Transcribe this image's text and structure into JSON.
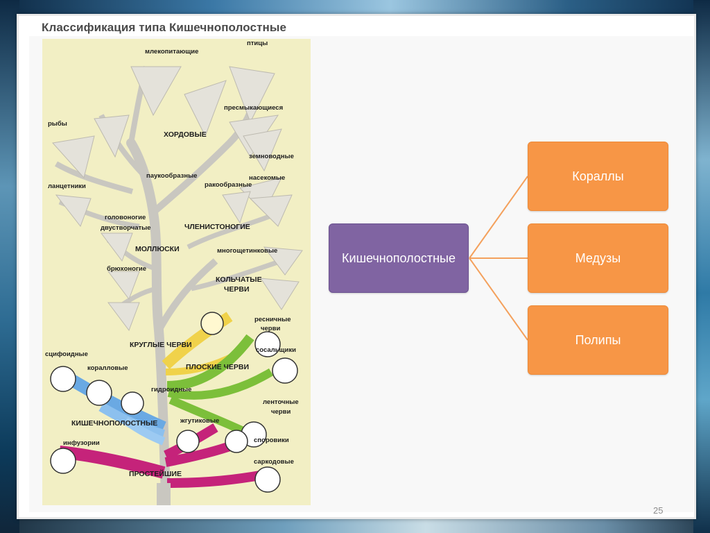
{
  "slide": {
    "title": "Классификация типа Кишечнополостные",
    "page_number": "25"
  },
  "tree_image": {
    "labels": {
      "mammals": "млекопитающие",
      "birds": "птицы",
      "fish": "рыбы",
      "reptiles": "пресмыкающиеся",
      "chordates": "ХОРДОВЫЕ",
      "amphibians": "земноводные",
      "lancelets": "ланцетники",
      "arachnids": "паукообразные",
      "insects": "насекомые",
      "crustaceans": "ракообразные",
      "cephalopods": "головоногие",
      "bivalves": "двустворчатые",
      "arthropods": "ЧЛЕНИСТОНОГИЕ",
      "mollusks": "МОЛЛЮСКИ",
      "polychaetes": "многощетинковые",
      "gastropods": "брюхоногие",
      "annelids_1": "КОЛЬЧАТЫЕ",
      "annelids_2": "ЧЕРВИ",
      "ciliated_1": "ресничные",
      "ciliated_2": "черви",
      "roundworms": "КРУГЛЫЕ ЧЕРВИ",
      "flukes": "сосальщики",
      "scyphozoa": "сцифоидные",
      "corals": "коралловые",
      "flatworms": "ПЛОСКИЕ ЧЕРВИ",
      "hydroids": "гидроидные",
      "tapeworms_1": "ленточные",
      "tapeworms_2": "черви",
      "cnidarians": "КИШЕЧНОПОЛОСТНЫЕ",
      "flagellates": "жгутиковые",
      "infusoria": "инфузории",
      "sporozoa": "споровики",
      "sarcodina": "саркодовые",
      "protozoa": "ПРОСТЕЙШИЕ"
    }
  },
  "diagram": {
    "root": "Кишечнополостные",
    "children": [
      "Кораллы",
      "Медузы",
      "Полипы"
    ]
  },
  "colors": {
    "root_fill": "#8064a2",
    "leaf_fill": "#f79646",
    "connector": "#f4a15d",
    "tree_background": "#f2efc4"
  }
}
